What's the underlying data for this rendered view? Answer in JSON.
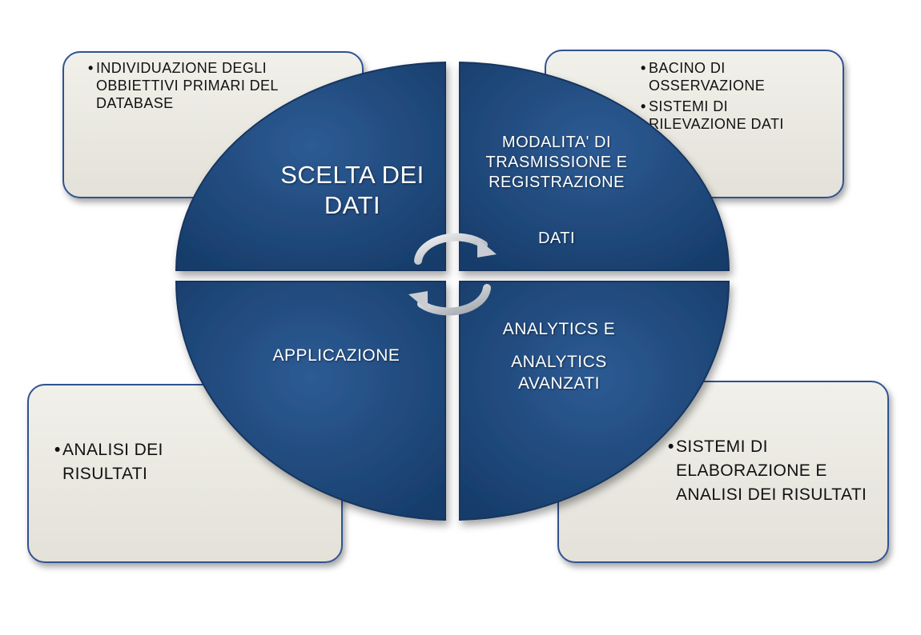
{
  "notes": {
    "top_left": [
      "INDIVIDUAZIONE DEGLI OBBIETTIVI PRIMARI DEL DATABASE"
    ],
    "top_right": [
      "BACINO DI OSSERVAZIONE",
      "SISTEMI DI RILEVAZIONE DATI"
    ],
    "bottom_left": [
      "ANALISI DEI RISULTATI"
    ],
    "bottom_right": [
      "SISTEMI DI ELABORAZIONE E ANALISI DEI RISULTATI"
    ]
  },
  "quadrants": {
    "top_left": "SCELTA DEI DATI",
    "top_right": "MODALITA' DI TRASMISSIONE E REGISTRAZIONE",
    "top_right_extra": "DATI",
    "bottom_left": "APPLICAZIONE",
    "bottom_right_line1": "ANALYTICS E",
    "bottom_right_line2": "ANALYTICS AVANZATI"
  },
  "colors": {
    "quadrant_fill": "#1f4a7e",
    "quadrant_edge": "#16365f",
    "note_border": "#2f5293",
    "arrow": "#c9ccd2"
  },
  "icons": [
    "cycle-arrows-icon"
  ]
}
